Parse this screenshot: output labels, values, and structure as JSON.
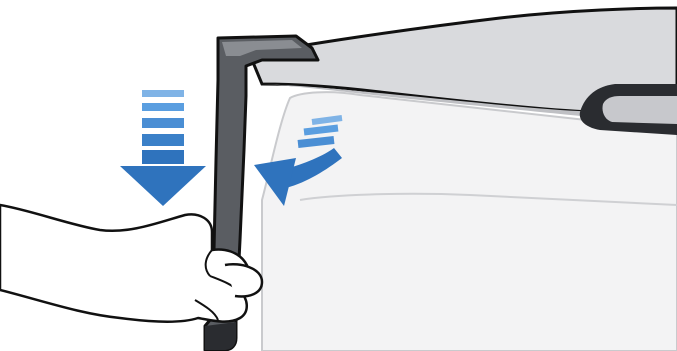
{
  "illustration": {
    "arrows": [
      {
        "name": "down-arrow",
        "direction": "down"
      },
      {
        "name": "curved-arrow",
        "direction": "rotate-down-left"
      }
    ],
    "colors": {
      "arrow": "#2f73bd",
      "arrow_light": "#5a9ee0",
      "handle": "#5a5d62",
      "handle_dark": "#2a2c30",
      "lid": "#d9dadd",
      "body": "#f3f3f4",
      "outline": "#111111",
      "skin": "#ffffff"
    },
    "icons": [
      "down-arrow-icon",
      "curved-arrow-icon",
      "hand-icon",
      "handle-icon",
      "printer-lid-icon"
    ]
  }
}
